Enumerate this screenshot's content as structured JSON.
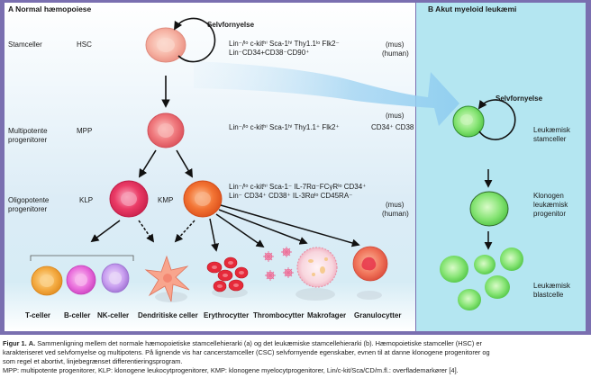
{
  "panel_a": {
    "title": "A Normal hæmopoiese",
    "self_renewal": "Selvfornyelse",
    "rows": [
      {
        "stage": "Stamceller",
        "abbr": "HSC",
        "markers_mouse": "Lin⁻/ˡᵒ c-kitʰⁱ Sca-1ʰⁱ Thy1.1ˡᵒ Flk2⁻",
        "markers_human": "Lin⁻CD34+CD38⁻CD90⁺",
        "species_mouse": "(mus)",
        "species_human": "(human)"
      },
      {
        "stage": "Multipotente progenitorer",
        "abbr": "MPP",
        "markers_mouse": "Lin⁻/ˡᵒ c-kitʰⁱ Sca-1ʰⁱ Thy1.1⁺ Flk2⁺",
        "markers_human": "CD34⁺ CD38",
        "species_mouse": "(mus)"
      },
      {
        "stage": "Oligopotente progenitorer",
        "abbr_left": "KLP",
        "abbr_right": "KMP",
        "markers_mouse": "Lin⁻/ˡᵒ c-kitʰⁱ Sca-1⁻ IL-7Rα⁻FCγRˡᵒ CD34⁺",
        "markers_human": "Lin⁻ CD34⁺ CD38⁺ IL-3Rαˡᵒ CD45RA⁻",
        "species_mouse": "(mus)",
        "species_human": "(human)"
      }
    ],
    "stage_line1": [
      "Stamceller",
      "Multipotente",
      "Oligopotente"
    ],
    "stage_line2": [
      "",
      "progenitorer",
      "progenitorer"
    ],
    "mature_cells": [
      "T-celler",
      "B-celler",
      "NK-celler",
      "Dendritiske celler",
      "Erythrocytter",
      "Thrombocytter",
      "Makrofager",
      "Granulocytter"
    ]
  },
  "panel_b": {
    "title": "B Akut myeloid leukæmi",
    "self_renewal": "Selvfornyelse",
    "labels": [
      {
        "line1": "Leukæmisk",
        "line2": "stamceller"
      },
      {
        "line1": "Klonogen",
        "line2": "leukæmisk",
        "line3": "progenitor"
      },
      {
        "line1": "Leukæmisk",
        "line2": "blastcelle"
      }
    ]
  },
  "colors": {
    "hsc": "#f3a79b",
    "mpp": "#f0727a",
    "klp": "#e8345f",
    "kmp": "#f26a2e",
    "t_cell": "#f2a23a",
    "b_cell": "#e866d8",
    "nk_cell": "#c69ae8",
    "dendritic": "#f8a08a",
    "erythro": "#e62a3a",
    "thrombo": "#f27aa0",
    "macro": "#f7c9d4",
    "granulo": "#ef5a4a",
    "leukemic": "#7ee06a",
    "panel_b_bg": "#b4e6f1",
    "frame": "#7a6fb0",
    "big_arrow": "#8fcdf0"
  },
  "caption": {
    "label": "Figur 1.",
    "part_a": "A.",
    "line1": "Sammenligning mellem det normale hæmopoietiske stamcellehierarki (a) og det leukæmiske stamcellehierarki (b). Hæmopoietiske stamceller (HSC) er",
    "line2": "karakteriseret ved selvfornyelse og multipotens. På lignende vis har cancerstamceller (CSC) selvfornyende egenskaber, evnen til at danne klonogene progenitorer og",
    "line3": "som regel et abortivt, linjebegrænset differentieringsprogram.",
    "line4": "MPP: multipotente progenitorer, KLP: klonogene leukocytprogenitorer, KMP: klonogene myelocytprogenitorer, Lin/c-kit/Sca/CD/m.fl.: overflademarkører [4]."
  }
}
